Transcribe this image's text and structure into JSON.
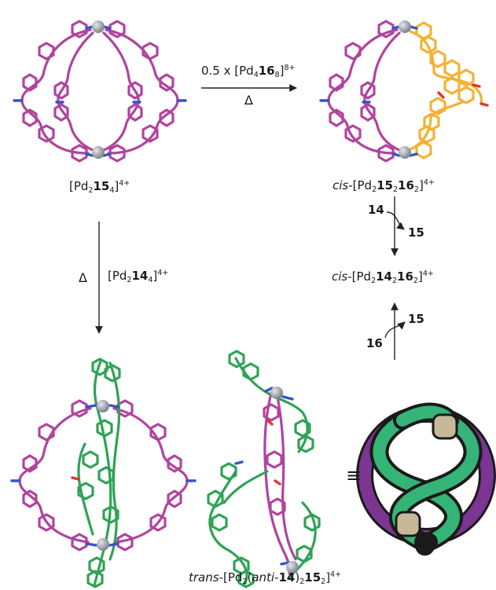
{
  "labels": {
    "cage_15": {
      "pre": "[Pd",
      "s1": "2",
      "mid": "15",
      "s2": "4",
      "post": "]",
      "charge": "4+"
    },
    "reagent_top": {
      "pre": "0.5 x [Pd",
      "s1": "4",
      "mid": "16",
      "s2": "8",
      "post": "]",
      "charge": "8+"
    },
    "delta_top": "Δ",
    "cis_15_16": {
      "italic": "cis",
      "pre": "-[Pd",
      "s1": "2",
      "a": "15",
      "s2": "2",
      "b": "16",
      "s3": "2",
      "post": "]",
      "charge": "4+"
    },
    "in_14": "14",
    "out_15_a": "15",
    "cis_14_16": {
      "italic": "cis",
      "pre": "-[Pd",
      "s1": "2",
      "a": "14",
      "s2": "2",
      "b": "16",
      "s3": "2",
      "post": "]",
      "charge": "4+"
    },
    "out_15_b": "15",
    "in_16": "16",
    "delta_left": "Δ",
    "reagent_left": {
      "pre": "[Pd",
      "s1": "2",
      "mid": "14",
      "s2": "4",
      "post": "]",
      "charge": "4+"
    },
    "equiv": "≡",
    "trans_label": {
      "italic1": "trans",
      "pre": "-[Pd",
      "s1": "2",
      "open": "(",
      "italic2": "anti",
      "dash": "-",
      "a": "14",
      "close": ")",
      "s2": "2",
      "b": "15",
      "s3": "2",
      "post": "]",
      "charge": "4+"
    }
  },
  "colors": {
    "magenta": "#b0449e",
    "orange": "#f2b233",
    "green": "#2fa355",
    "blue": "#3554c4",
    "palladium": "#9aa0a8",
    "ring_purple": "#7b3592",
    "strand_green": "#35b477",
    "knot_tan": "#c8b89a",
    "arrow": "#222222"
  },
  "icons": [
    "palladium-atom",
    "ring-icon",
    "knot-strand-icon"
  ]
}
